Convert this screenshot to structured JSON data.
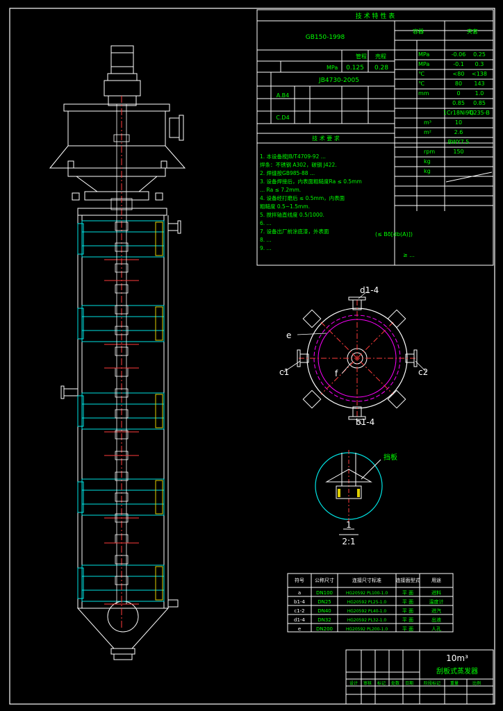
{
  "colors": {
    "background": "#000000",
    "frame": "#ffffff",
    "vessel": "#ffffff",
    "shaft": "#ff3b3b",
    "inner": "#00e5e5",
    "label": "#00ff00",
    "accent": "#ff00ff",
    "coil": "#e0d000"
  },
  "tech_table": {
    "title": "技 术 特 性 表",
    "standard": "GB150-1998",
    "col_headers": [
      "管程",
      "壳程",
      "容器",
      "夹套"
    ],
    "rows": [
      {
        "name": "MPa",
        "c1": "-0.06",
        "c2": "0.25"
      },
      {
        "name": "MPa",
        "c1": "-0.1",
        "c2": "0.3"
      },
      {
        "name": "℃",
        "c1": "<80",
        "c2": "<138"
      },
      {
        "name": "℃",
        "c1": "80",
        "c2": "143"
      },
      {
        "name": "mm",
        "c1": "0",
        "c2": "1.0"
      },
      {
        "name": "",
        "c1": "0.85",
        "c2": "0.85"
      },
      {
        "name": "",
        "c1": "1Cr18Ni9Ti",
        "c2": "Q235-B"
      }
    ],
    "left_values": [
      "0.125",
      "0.28"
    ],
    "left_unit": "MPa",
    "jb_standard": "JB4730-2005",
    "sections": [
      "A.B4",
      "C.D4"
    ],
    "extra_rows": [
      {
        "unit": "m³",
        "value": "10"
      },
      {
        "unit": "m²",
        "value": "2.6"
      },
      {
        "unit": "",
        "value": "BWY7.5"
      },
      {
        "unit": "rpm",
        "value": "150"
      },
      {
        "unit": "kg",
        "value": ""
      },
      {
        "unit": "kg",
        "value": ""
      }
    ]
  },
  "notes": {
    "title": "技 术 要 求",
    "lines": [
      "1. 本设备按JB/T4709-92  ...",
      "   焊条：不锈钢 A302，碳钢 J422.",
      "2. 焊缝按GB985-88 ...",
      "3. 设备焊接后，内表面粗糙度Ra ≤ 0.5mm",
      "   ... Ra ≤ 7.2mm.",
      "4. 设备经打磨后 ≤ 0.5mm，内表面",
      "   粗糙度 0.5~1.5mm.",
      "5. 搅拌轴直线度 0.5/1000.",
      "6. ...",
      "7. 设备出厂前涂底漆，外表面",
      "8. ...",
      "9. ..."
    ],
    "sym_right": "(≤ Bδ[db(A)])",
    "sym_right2": "≥ ..."
  },
  "view": {
    "labels": [
      "d1-4",
      "e",
      "c1",
      "f",
      "c2",
      "b1-4"
    ]
  },
  "detail": {
    "label": "挡板",
    "number": "1",
    "scale": "2:1"
  },
  "nozzle_table": {
    "headers": [
      "符号",
      "公称尺寸",
      "连接尺寸标准",
      "连接面型式",
      "用途"
    ],
    "rows": [
      [
        "a",
        "DN100",
        "HG20592 PL100-1.0",
        "平 面",
        "进料"
      ],
      [
        "b1-4",
        "DN25",
        "HG20592 PL25-1.0",
        "平 面",
        "温度计"
      ],
      [
        "c1-2",
        "DN40",
        "HG20592 PL40-1.0",
        "平 面",
        "进汽"
      ],
      [
        "d1-4",
        "DN32",
        "HG20592 PL32-1.0",
        "平 面",
        "出液"
      ],
      [
        "e",
        "DN200",
        "HG20592 PL200-1.0",
        "平 面",
        "人孔"
      ]
    ]
  },
  "title_block": {
    "volume": "10m³",
    "name": "刮板式蒸发器",
    "sign_labels": [
      "设计",
      "审核",
      "标记",
      "处数",
      "日期"
    ],
    "right_labels": [
      "阶段标记",
      "重量",
      "比例"
    ]
  }
}
